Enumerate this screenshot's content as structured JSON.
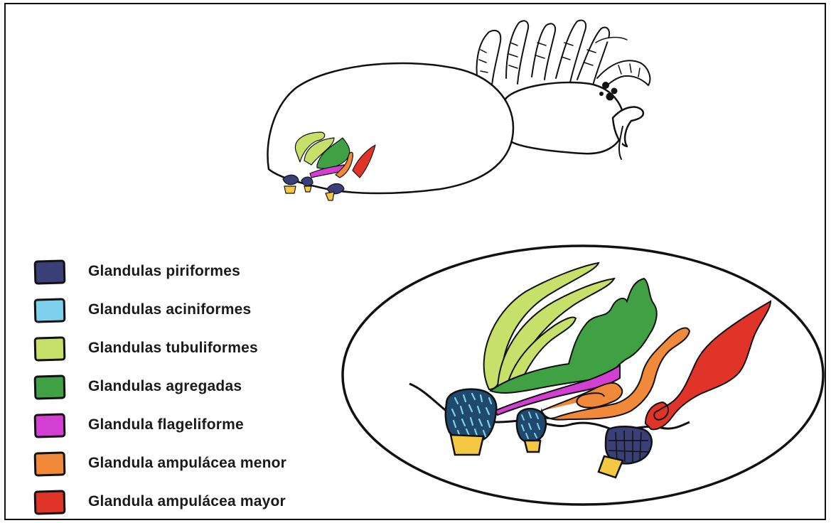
{
  "legend": {
    "items": [
      {
        "label": "Glandulas piriformes",
        "color": "#3a3f78"
      },
      {
        "label": "Glandulas aciniformes",
        "color": "#7fd0ec"
      },
      {
        "label": "Glandulas tubuliformes",
        "color": "#c6e06a"
      },
      {
        "label": "Glandulas agregadas",
        "color": "#3fa044"
      },
      {
        "label": "Glandula flageliforme",
        "color": "#d23fd2"
      },
      {
        "label": "Glandula ampulácea menor",
        "color": "#f08a3a"
      },
      {
        "label": "Glandula ampulácea mayor",
        "color": "#e03428"
      }
    ]
  },
  "colors": {
    "outline": "#111111",
    "spinneret": "#f5c842"
  }
}
